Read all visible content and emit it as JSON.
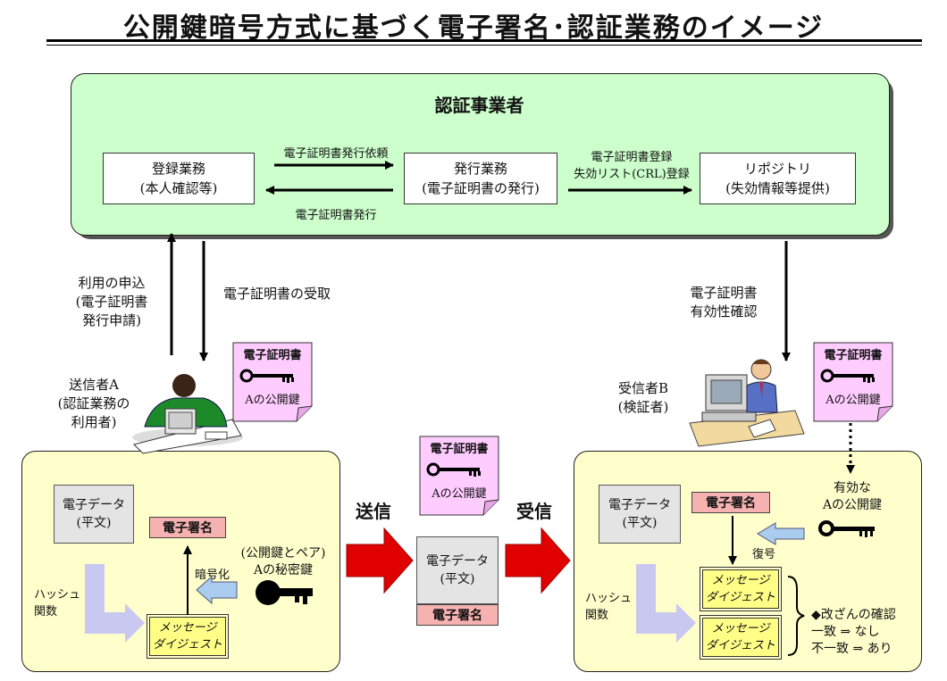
{
  "title": "公開鍵暗号方式に基づく電子署名･認証業務のイメージ",
  "ca": {
    "name": "認証事業者",
    "registration": "登録業務\n(本人確認等)",
    "issuance": "発行業務\n(電子証明書の発行)",
    "repository": "リポジトリ\n(失効情報等提供)",
    "label_request": "電子証明書発行依頼",
    "label_issue": "電子証明書発行",
    "label_register": "電子証明書登録\n失効リスト(CRL)登録"
  },
  "sender_side": {
    "apply": "利用の申込\n(電子証明書\n発行申請)",
    "receive_cert": "電子証明書の受取",
    "sender": "送信者A\n(認証業務の\n利用者)"
  },
  "receiver_side": {
    "verify": "電子証明書\n有効性確認",
    "receiver": "受信者B\n(検証者)"
  },
  "certificate": {
    "title": "電子証明書",
    "key": "Aの公開鍵"
  },
  "left_box": {
    "data": "電子データ\n(平文)",
    "signature": "電子署名",
    "private_key": "(公開鍵とペア)\nAの秘密鍵",
    "encrypt": "暗号化",
    "hash": "ハッシュ\n関数",
    "digest": "メッセージ\nダイジェスト"
  },
  "transfer": {
    "send": "送信",
    "receive": "受信",
    "data": "電子データ\n(平文)",
    "signature": "電子署名"
  },
  "right_box": {
    "data": "電子データ\n(平文)",
    "signature": "電子署名",
    "valid_key": "有効な\nAの公開鍵",
    "decrypt": "復号",
    "hash": "ハッシュ\n関数",
    "digest1": "メッセージ\nダイジェスト",
    "digest2": "メッセージ\nダイジェスト",
    "check": "◆改ざんの確認\n一致 ⇒ なし\n不一致 ⇒ あり"
  },
  "colors": {
    "ca_panel": "#ccffcc",
    "user_panel": "#ffffcc",
    "certificate": "#ffccff",
    "signature": "#f6b1b1",
    "digest": "#ffff88",
    "transfer_arrow": "#e00000",
    "process_arrow": "#aaccee",
    "hash_arrow": "#c8c8f0"
  }
}
